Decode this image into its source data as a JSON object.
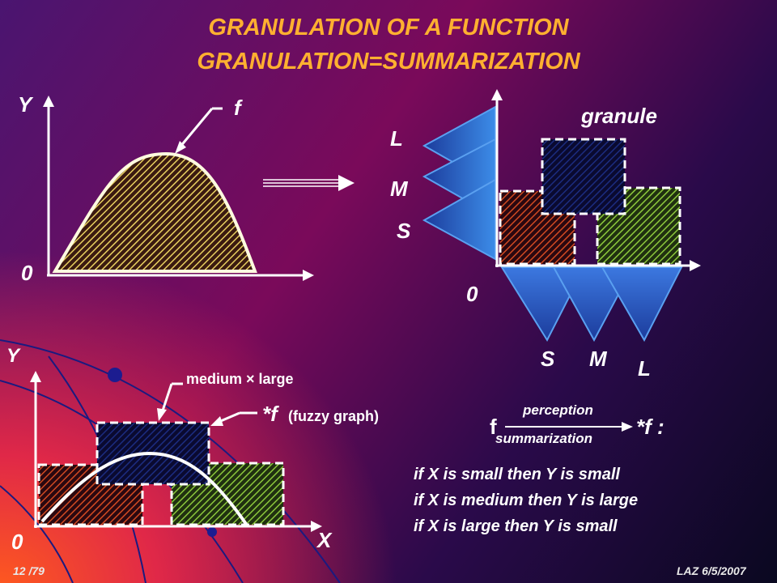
{
  "title": {
    "line1": "GRANULATION OF A FUNCTION",
    "line2": "GRANULATION=SUMMARIZATION"
  },
  "top_left_plot": {
    "y_label": "Y",
    "origin_label": "0",
    "function_label": "f"
  },
  "top_right_plot": {
    "granule_label": "granule",
    "y_terms": [
      "L",
      "M",
      "S"
    ],
    "x_terms": [
      "S",
      "M",
      "L"
    ],
    "origin_label": "0"
  },
  "bottom_left_plot": {
    "y_label": "Y",
    "x_label": "X",
    "origin_label": "0",
    "granule_label": "medium × large",
    "fuzzy_graph_label": "*f",
    "fuzzy_graph_note": "(fuzzy graph)"
  },
  "mapping": {
    "from": "f",
    "to": "*f :",
    "above_arrow": "perception",
    "below_arrow": "summarization"
  },
  "rules": [
    "if X is small then Y is small",
    "if X is medium then Y is large",
    "if X is large then Y is small"
  ],
  "footer": {
    "page": "12 /79",
    "author_date": "LAZ  6/5/2007"
  },
  "colors": {
    "title": "#ffb030",
    "granule_red": "#d24a22",
    "granule_green": "#8cc83c",
    "granule_navy": "#0c0c50",
    "triangle_blue": "#2a5ccc"
  }
}
